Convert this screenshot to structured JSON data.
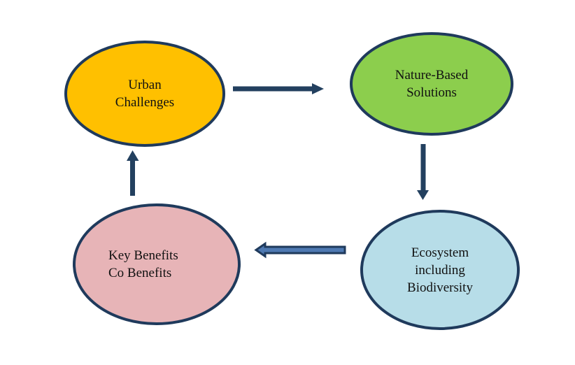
{
  "diagram": {
    "title": "Nature-Based Solutions cycle diagram",
    "background_color": "#FFFFFF",
    "node_border_color": "#1F3A5C",
    "arrow_color": "#23405F",
    "text_color": "#111111",
    "nodes": [
      {
        "id": "urban-challenges",
        "label": "Urban\nChallenges",
        "fill": "#FFC000"
      },
      {
        "id": "nature-based-solutions",
        "label": "Nature-Based\nSolutions",
        "fill": "#8CCE4D"
      },
      {
        "id": "ecosystem-biodiversity",
        "label": "Ecosystem\nincluding\nBiodiversity",
        "fill": "#B7DDE8"
      },
      {
        "id": "key-benefits",
        "label": "Key Benefits\nCo Benefits",
        "fill": "#E7B4B7"
      }
    ],
    "arrows": [
      {
        "id": "urban-to-solutions",
        "direction": "right",
        "color": "#23405F"
      },
      {
        "id": "solutions-to-ecosystem",
        "direction": "down",
        "color": "#23405F"
      },
      {
        "id": "ecosystem-to-benefits",
        "direction": "left",
        "color": "#1F3A5C",
        "fill": "#4E79B2"
      },
      {
        "id": "benefits-to-urban",
        "direction": "up",
        "color": "#23405F"
      }
    ]
  }
}
